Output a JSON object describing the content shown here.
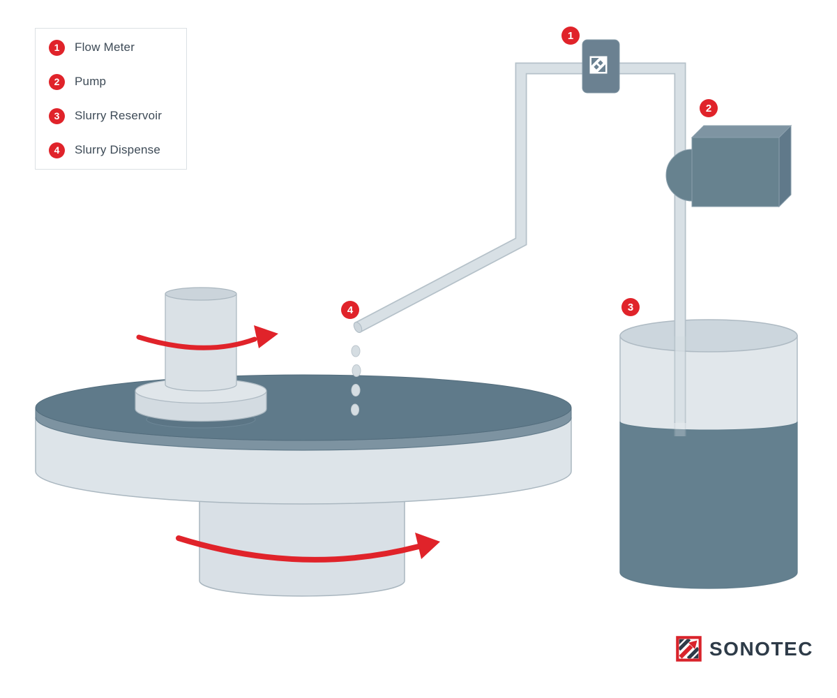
{
  "legend": {
    "items": [
      {
        "number": "1",
        "label": "Flow Meter"
      },
      {
        "number": "2",
        "label": "Pump"
      },
      {
        "number": "3",
        "label": "Slurry Reservoir"
      },
      {
        "number": "4",
        "label": "Slurry Dispense"
      }
    ]
  },
  "diagram": {
    "badges": {
      "flow_meter": "1",
      "pump": "2",
      "slurry_reservoir": "3",
      "slurry_dispense": "4"
    }
  },
  "branding": {
    "logo_text": "SONOTEC"
  },
  "icons": {
    "flow_meter": "sonotec-mark-icon",
    "brand": "sonotec-mark-icon"
  },
  "colors": {
    "accent_red": "#e0232a",
    "dark_slate": "#64808f",
    "pad_top": "#5f7a8a",
    "light_gray_blue": "#dce3e8",
    "pipe_fill": "#d8e0e5",
    "outline": "#aebac3",
    "legend_text": "#3d4a56",
    "logo_navy": "#2e3b48"
  }
}
